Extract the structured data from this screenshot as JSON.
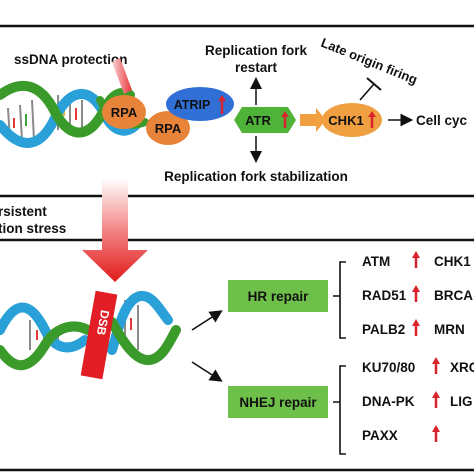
{
  "panel1": {
    "ssdna_label": "ssDNA protection",
    "rpa1": "RPA",
    "rpa2": "RPA",
    "atrip": "ATRIP",
    "atr": "ATR",
    "chk1": "CHK1",
    "restart_line1": "Replication fork",
    "restart_line2": "restart",
    "late_origin": "Late origin firing",
    "cell_cycle": "Cell cyc",
    "stabilization": "Replication fork stabilization"
  },
  "transition": {
    "line1": "rsistent",
    "line2": "tion stress"
  },
  "panel2": {
    "dsb": "DSB",
    "hr_repair": "HR repair",
    "nhej_repair": "NHEJ repair",
    "hr_genes": [
      {
        "name": "ATM",
        "partner": "CHK1"
      },
      {
        "name": "RAD51",
        "partner": "BRCA"
      },
      {
        "name": "PALB2",
        "partner": "MRN"
      }
    ],
    "nhej_genes": [
      {
        "name": "KU70/80",
        "partner": "XRC"
      },
      {
        "name": "DNA-PK",
        "partner": "LIG"
      },
      {
        "name": "PAXX",
        "partner": ""
      }
    ]
  },
  "colors": {
    "green_strand": "#3a9a2a",
    "blue_strand": "#2aa0d8",
    "rpa": "#e8843a",
    "atrip": "#2f6fd6",
    "atr": "#4fb33a",
    "chk1": "#f0a040",
    "up_arrow": "#d8242a",
    "repair_box": "#6fc04a",
    "dsb": "#e21d25"
  }
}
